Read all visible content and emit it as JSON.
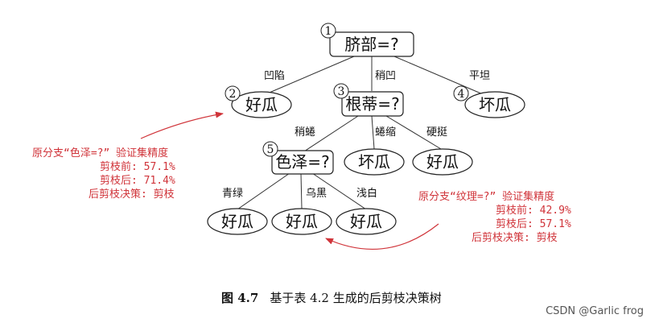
{
  "tree": {
    "nodes": [
      {
        "id": "n1",
        "label": "脐部=?",
        "num": "1",
        "kind": "decision"
      },
      {
        "id": "n2",
        "label": "好瓜",
        "num": "2",
        "kind": "leaf"
      },
      {
        "id": "n3",
        "label": "根蒂=?",
        "num": "3",
        "kind": "decision"
      },
      {
        "id": "n4",
        "label": "坏瓜",
        "num": "4",
        "kind": "leaf"
      },
      {
        "id": "n5",
        "label": "色泽=?",
        "num": "5",
        "kind": "decision"
      },
      {
        "id": "n6",
        "label": "坏瓜",
        "num": "",
        "kind": "leaf"
      },
      {
        "id": "n7",
        "label": "好瓜",
        "num": "",
        "kind": "leaf"
      },
      {
        "id": "n8",
        "label": "好瓜",
        "num": "",
        "kind": "leaf"
      },
      {
        "id": "n9",
        "label": "好瓜",
        "num": "",
        "kind": "leaf"
      },
      {
        "id": "n10",
        "label": "好瓜",
        "num": "",
        "kind": "leaf"
      }
    ],
    "edges": [
      {
        "from": "n1",
        "to": "n2",
        "label": "凹陷"
      },
      {
        "from": "n1",
        "to": "n3",
        "label": "稍凹"
      },
      {
        "from": "n1",
        "to": "n4",
        "label": "平坦"
      },
      {
        "from": "n3",
        "to": "n5",
        "label": "稍蜷"
      },
      {
        "from": "n3",
        "to": "n6",
        "label": "蜷缩"
      },
      {
        "from": "n3",
        "to": "n7",
        "label": "硬挺"
      },
      {
        "from": "n5",
        "to": "n8",
        "label": "青绿"
      },
      {
        "from": "n5",
        "to": "n9",
        "label": "乌黑"
      },
      {
        "from": "n5",
        "to": "n10",
        "label": "浅白"
      }
    ]
  },
  "annotations": {
    "left": {
      "title": "原分支“色泽=?” 验证集精度",
      "before": "剪枝前: 57.1%",
      "after": "剪枝后: 71.4%",
      "decision": "后剪枝决策: 剪枝"
    },
    "right": {
      "title": "原分支“纹理=?” 验证集精度",
      "before": "剪枝前: 42.9%",
      "after": "剪枝后: 57.1%",
      "decision": "后剪枝决策: 剪枝"
    },
    "arrow_color": "#d0343a"
  },
  "caption": {
    "label": "图 4.7",
    "text": "基于表 4.2 生成的后剪枝决策树"
  },
  "watermark": "CSDN @Garlic frog"
}
